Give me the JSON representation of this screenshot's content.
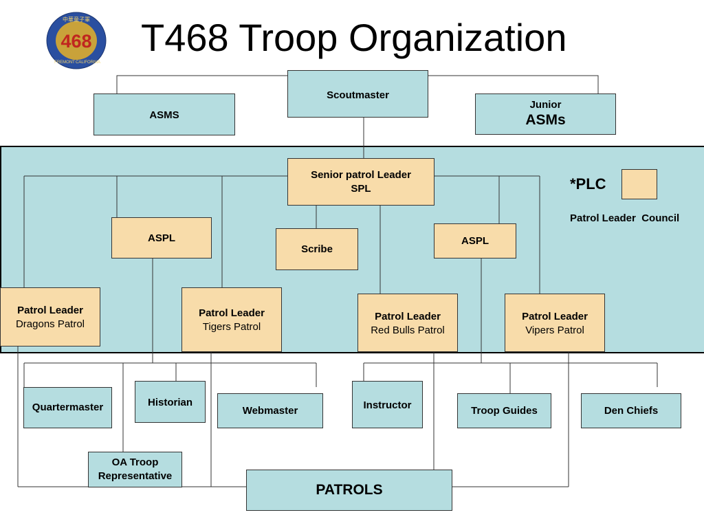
{
  "title": "T468 Troop Organization",
  "logo": {
    "number": "468",
    "ring_left": "FREMONT",
    "ring_right": "CALIFORNIA",
    "ring_top": "中華童子軍"
  },
  "colors": {
    "blue_box": "#b5dde0",
    "tan_box": "#f8dcaa",
    "panel": "#b5dde0",
    "line": "#333333"
  },
  "nodes": {
    "scoutmaster": {
      "label": "Scoutmaster"
    },
    "asms": {
      "label": "ASMS"
    },
    "junior_asms": {
      "line1": "Junior",
      "line2": "ASMs"
    },
    "spl": {
      "line1": "Senior patrol Leader",
      "line2": "SPL"
    },
    "aspl_left": {
      "label": "ASPL"
    },
    "aspl_right": {
      "label": "ASPL"
    },
    "scribe": {
      "label": "Scribe"
    },
    "pl_dragons": {
      "line1": "Patrol Leader",
      "line2": "Dragons Patrol"
    },
    "pl_tigers": {
      "line1": "Patrol Leader",
      "line2": "Tigers Patrol"
    },
    "pl_redbulls": {
      "line1": "Patrol Leader",
      "line2": "Red Bulls Patrol"
    },
    "pl_vipers": {
      "line1": "Patrol Leader",
      "line2": "Vipers Patrol"
    },
    "quartermaster": {
      "label": "Quartermaster"
    },
    "historian": {
      "label": "Historian"
    },
    "webmaster": {
      "label": "Webmaster"
    },
    "instructor": {
      "label": "Instructor"
    },
    "troop_guides": {
      "label": "Troop Guides"
    },
    "den_chiefs": {
      "label": "Den Chiefs"
    },
    "oa_troop": {
      "line1": "OA Troop",
      "line2": "Representative"
    },
    "patrols": {
      "label": "PATROLS"
    }
  },
  "legend": {
    "plc": "*PLC",
    "caption": "Patrol Leader  Council"
  }
}
